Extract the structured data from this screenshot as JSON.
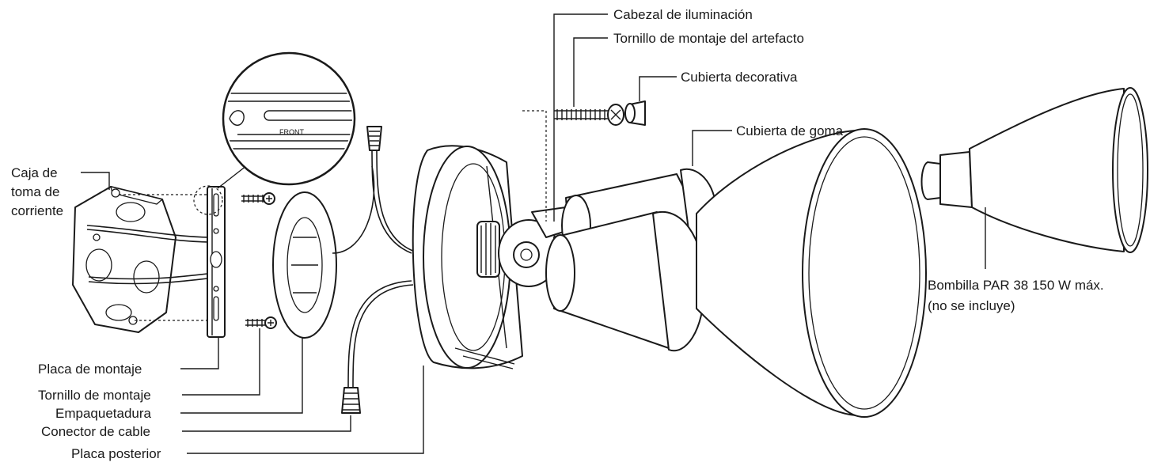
{
  "labels": {
    "cabezal": "Cabezal de iluminación",
    "tornillo_artefacto": "Tornillo de montaje del artefacto",
    "cubierta_decorativa": "Cubierta decorativa",
    "cubierta_goma": "Cubierta de goma",
    "caja_line1": "Caja de",
    "caja_line2": "toma de",
    "caja_line3": "corriente",
    "front": "FRONT",
    "bombilla_line1": "Bombilla PAR 38 150 W máx.",
    "bombilla_line2": "(no se incluye)",
    "placa_montaje": "Placa de montaje",
    "tornillo_montaje": "Tornillo de montaje",
    "empaquetadura": "Empaquetadura",
    "conector": "Conector de cable",
    "placa_posterior": "Placa posterior"
  }
}
